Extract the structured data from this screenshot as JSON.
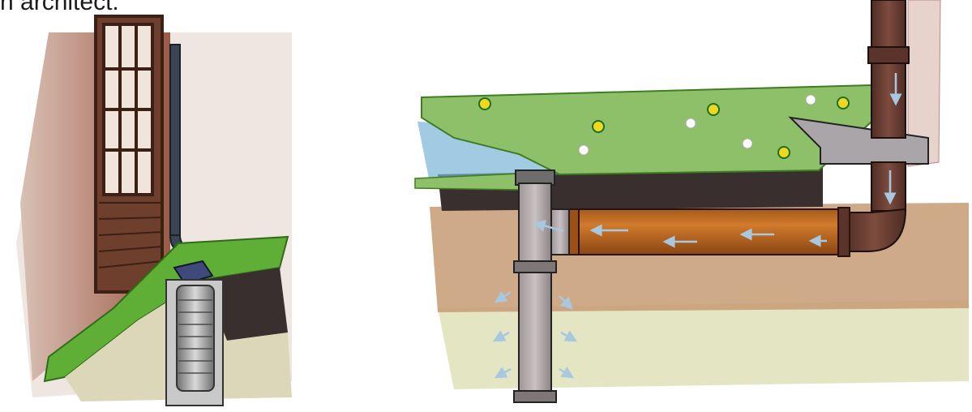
{
  "caption": {
    "text": "n architect."
  },
  "colors": {
    "soil_dark": "#3a2f2f",
    "soil_brown": "#b98c68",
    "soil_pale": "#dfe0b8",
    "pipe_grey": "#8f8788",
    "pipe_brown": "#6a3f33",
    "pipe_orange": "#c06a1e",
    "grass": "#5fae36",
    "brick": "#8c5640",
    "water_arrow": "#a8c8e0"
  },
  "illustrations": [
    {
      "name": "rain-barrel-soakaway"
    },
    {
      "name": "downpipe-soakaway-cross-section"
    }
  ]
}
